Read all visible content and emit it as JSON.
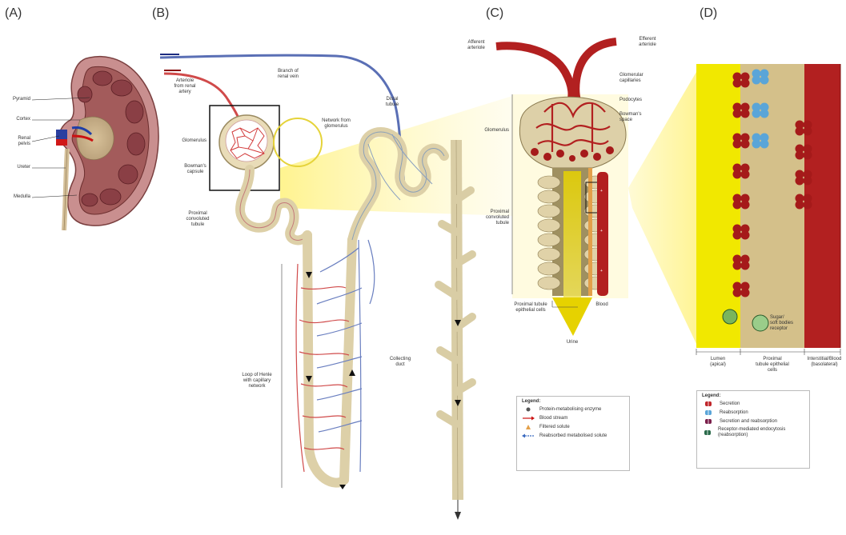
{
  "panels": {
    "a": {
      "letter": "(A)",
      "labels": {
        "pyramid": "Pyramid",
        "cortex": "Cortex",
        "renal_pelvis": "Renal\npelvis",
        "ureter": "Ureter",
        "medulla": "Medulla"
      }
    },
    "b": {
      "letter": "(B)",
      "labels": {
        "arteriole": "Arteriole\nfrom renal\nartery",
        "branch_vein": "Branch of\nrenal vein",
        "glomerulus": "Glomerulus",
        "bowman": "Bowman's\ncapsule",
        "proximal": "Proximal\nconvoluted\ntubule",
        "network": "Network from\nglomerulus",
        "distal": "Distal\ntubule",
        "loop": "Loop of Henle\nwith capillary\nnetwork",
        "collecting": "Collecting\nduct"
      },
      "legend": {
        "title": "Legend:",
        "items": [
          {
            "text": "Protein-metabolising enzyme",
            "symbol": "dot"
          },
          {
            "text": "Blood stream",
            "symbol": "red-arrow"
          },
          {
            "text": "Filtered solute",
            "symbol": "tri"
          },
          {
            "text": "Reabsorbed metabolised solute",
            "symbol": "blue-arrow"
          }
        ]
      }
    },
    "c": {
      "letter": "(C)",
      "labels": {
        "afferent": "Afferent\narteriole",
        "efferent": "Efferent\narteriole",
        "glom_cap": "Glomerular\ncapillaries",
        "podocytes": "Podocytes",
        "bowman_space": "Bowman's\nspace",
        "glomerulus": "Glomerulus",
        "proximal": "Proximal\nconvoluted\ntubule",
        "tubule_epi": "Proximal tubule\nepithelial cells",
        "blood": "Blood",
        "urine": "Urine"
      }
    },
    "d": {
      "letter": "(D)",
      "labels": {
        "lumen": "Lumen\n(apical)",
        "epithelial": "Proximal\ntubule epithelial\ncells",
        "interstitial": "Interstitial/Blood\n(basolateral)",
        "sugar": "Sugar/\nsoft bodies\nreceptor"
      },
      "legend": {
        "title": "Legend:",
        "items": [
          {
            "text": "Secretion",
            "color": "#c0262b"
          },
          {
            "text": "Reabsorption",
            "color": "#5aa5d8"
          },
          {
            "text": "Secretion and reabsorption",
            "color": "#7a1e4a"
          },
          {
            "text": "Receptor-mediated endocytosis (reabsorption)",
            "color": "#2a6a4a"
          }
        ]
      }
    }
  }
}
